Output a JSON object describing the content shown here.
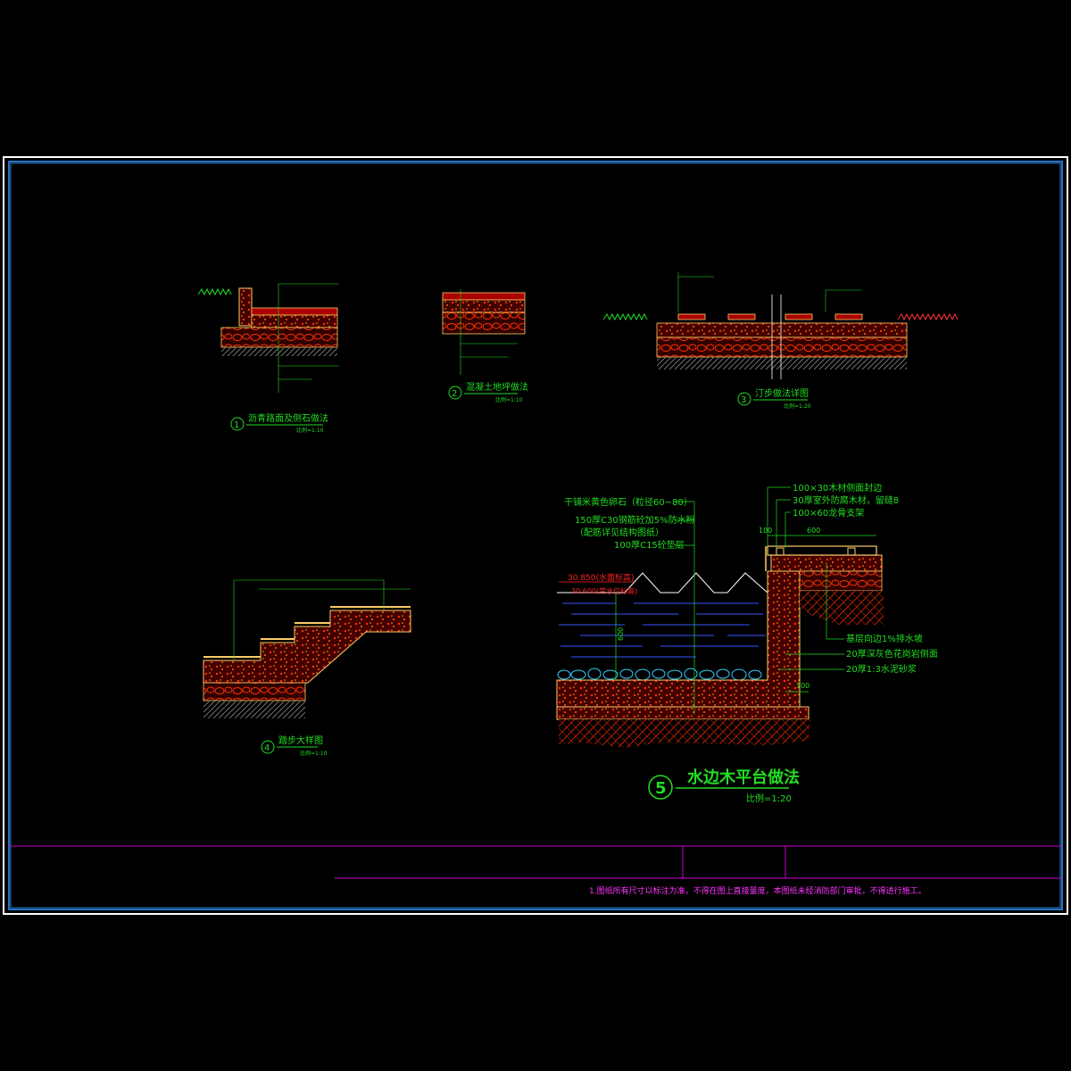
{
  "details": {
    "d1": {
      "num": "1",
      "title": "沥青路面及侧石做法",
      "scale": "比例=1:10"
    },
    "d2": {
      "num": "2",
      "title": "混凝土地坪做法",
      "scale": "比例=1:10"
    },
    "d3": {
      "num": "3",
      "title": "汀步做法详图",
      "scale": "比例=1:20"
    },
    "d4": {
      "num": "4",
      "title": "踏步大样图",
      "scale": "比例=1:10"
    },
    "d5": {
      "num": "5",
      "title": "水边木平台做法",
      "scale": "比例=1:20",
      "labels_left": [
        "干铺米黄色卵石（粒径60~80）",
        "150厚C30钢筋砼加5%防水粉",
        "（配筋详见结构图纸）",
        "100厚C15砼垫层"
      ],
      "labels_right_top": [
        "100×30木材侧面封边",
        "30厚室外防腐木材，留缝8",
        "100×60龙骨支架"
      ],
      "labels_right_bottom": [
        "基层向边1%排水坡",
        "20厚深灰色花岗岩侧面",
        "20厚1:3水泥砂浆"
      ],
      "water_high": "30.850(水面标高)",
      "water_low": "30.600(常水位标高)",
      "dim_100_top": "100",
      "dim_600": "600",
      "dim_depth": "600",
      "dim_100_bottom": "100"
    }
  },
  "title_block": {
    "note": "1.图纸所有尺寸以标注为准，不得在图上直接量度，本图纸未经消防部门审批，不得进行施工。"
  },
  "colors": {
    "frame": "#ffffff",
    "border": "#3399ff",
    "title_block": "#cc00cc",
    "label": "#22dd22",
    "section": "#cc2200",
    "water": "#3355ff",
    "wood": "#ffcc66"
  }
}
